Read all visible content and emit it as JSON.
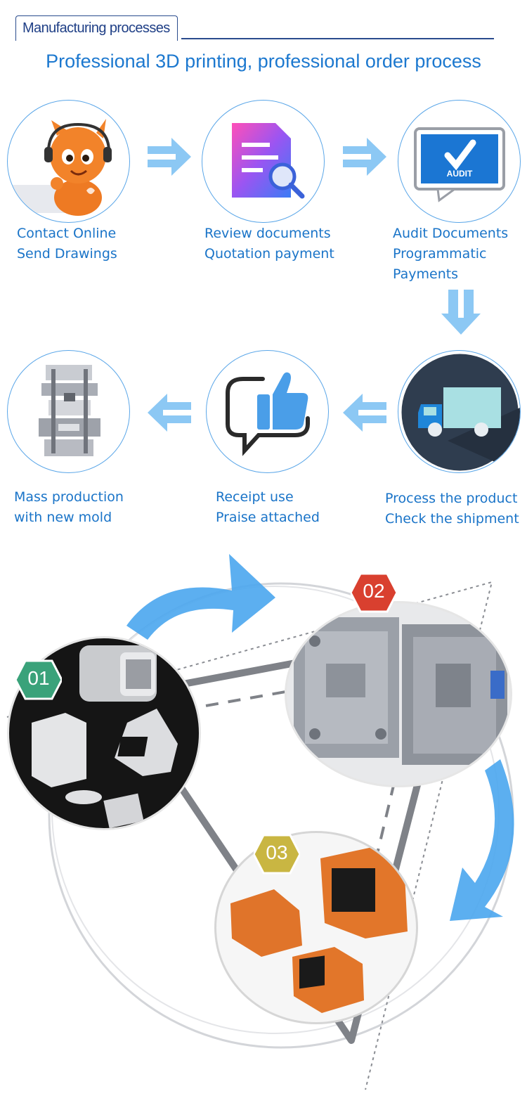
{
  "header": {
    "tab_label": "Manufacturing processes"
  },
  "subtitle": "Professional 3D printing, professional order process",
  "steps": [
    {
      "line1": "Contact Online",
      "line2": "Send Drawings",
      "line3": ""
    },
    {
      "line1": "Review documents",
      "line2": "Quotation payment",
      "line3": ""
    },
    {
      "line1": "Audit Documents",
      "line2": "Programmatic",
      "line3": "Payments"
    },
    {
      "line1": "Process the product",
      "line2": "Check the shipment",
      "line3": ""
    },
    {
      "line1": "Receipt use",
      "line2": "Praise attached",
      "line3": ""
    },
    {
      "line1": "Mass production",
      "line2": "with new mold",
      "line3": ""
    }
  ],
  "audit_badge": "AUDIT",
  "stages": [
    {
      "badge": "01",
      "color": "#3aa27a"
    },
    {
      "badge": "02",
      "color": "#d9402f"
    },
    {
      "badge": "03",
      "color": "#c9b642"
    }
  ],
  "colors": {
    "accent": "#1a74c8",
    "arrow": "#6bb8f2",
    "orange": "#e2762a"
  }
}
